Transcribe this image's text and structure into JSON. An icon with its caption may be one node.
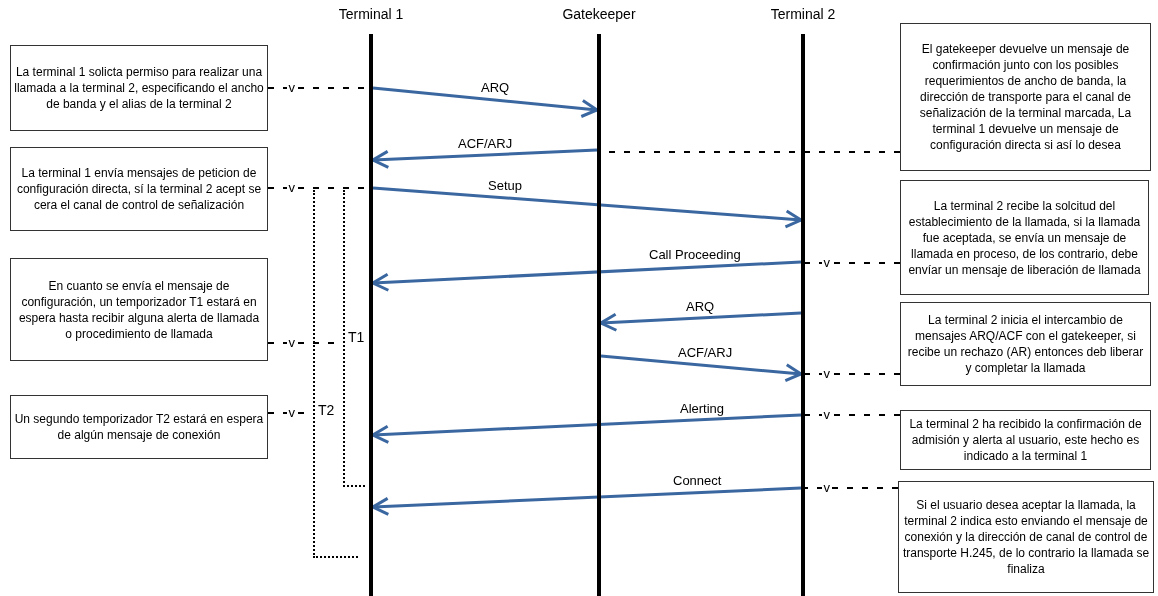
{
  "diagram": {
    "nodes": [
      {
        "text": [
          "Terminal 1"
        ]
      },
      {
        "text": [
          "Gatekeeper"
        ]
      },
      {
        "text": [
          "Terminal 2"
        ]
      },
      {
        "text": [
          "La terminal 1 solicta permiso para realizar una llamada a la terminal 2, especificando el ancho de banda y el alias de la terminal 2"
        ]
      },
      {
        "text": [
          "La terminal 1 envía mensajes de peticion de configuración directa, sí la terminal 2 acept se cera el canal de control de señalización"
        ]
      },
      {
        "text": [
          "En cuanto se envía el mensaje de configuración, un temporizador T1 estará en espera hasta recibir alguna alerta de llamada o procedimiento de llamada"
        ]
      },
      {
        "text": [
          "Un segundo temporizador T2 estará en espera de algún mensaje de conexión"
        ]
      },
      {
        "text": [
          "El gatekeeper devuelve un mensaje de confirmación junto con los posibles requerimientos de ancho de banda, la dirección de transporte para el canal de señalización de la terminal marcada, La terminal 1 devuelve un mensaje de configuración directa si así lo desea"
        ]
      },
      {
        "text": [
          "La terminal 2 recibe la solcitud del establecimiento de la llamada, si la llamada fue aceptada, se envía un mensaje de llamada en proceso, de los contrario, debe envíar un mensaje de liberación de llamada"
        ]
      },
      {
        "text": [
          "La terminal 2 inicia el intercambio de mensajes ARQ/ACF con el gatekeeper, si recibe un rechazo (AR) entonces deb liberar y completar la llamada"
        ]
      },
      {
        "text": [
          "La terminal 2 ha recibido la confirmación de admisión y alerta al usuario, este hecho es indicado a la terminal 1"
        ]
      },
      {
        "text": [
          "Si el usuario desea aceptar la llamada, la terminal 2 indica esto enviando el mensaje de conexión y la dirección de canal de control de transporte H.245, de lo contrario la llamada se finaliza"
        ]
      },
      {
        "text": [
          "T1"
        ]
      },
      {
        "text": [
          "T2"
        ]
      }
    ],
    "edges": [
      {
        "from": 0,
        "to": 1,
        "arrow": "to",
        "label": "ARQ",
        "color": "#3b67a0"
      },
      {
        "from": 1,
        "to": 0,
        "arrow": "to",
        "label": "ACF/ARJ",
        "color": "#3b67a0"
      },
      {
        "from": 0,
        "to": 2,
        "arrow": "to",
        "label": "Setup",
        "color": "#3b67a0"
      },
      {
        "from": 2,
        "to": 0,
        "arrow": "to",
        "label": "Call Proceeding",
        "color": "#3b67a0"
      },
      {
        "from": 2,
        "to": 1,
        "arrow": "to",
        "label": "ARQ",
        "color": "#3b67a0"
      },
      {
        "from": 1,
        "to": 2,
        "arrow": "to",
        "label": "ACF/ARJ",
        "color": "#3b67a0"
      },
      {
        "from": 2,
        "to": 0,
        "arrow": "to",
        "label": "Alerting",
        "color": "#3b67a0"
      },
      {
        "from": 2,
        "to": 0,
        "arrow": "to",
        "label": "Connect",
        "color": "#3b67a0"
      },
      {
        "from": 3,
        "to": 0,
        "arrow": "none",
        "label": "v",
        "style": "dashed"
      },
      {
        "from": 4,
        "to": 0,
        "arrow": "none",
        "label": "v",
        "style": "dashed"
      },
      {
        "from": 5,
        "to": 12,
        "arrow": "none",
        "label": "v",
        "style": "dashed"
      },
      {
        "from": 6,
        "to": 13,
        "arrow": "none",
        "label": "v",
        "style": "dashed"
      },
      {
        "from": 7,
        "to": 1,
        "arrow": "none",
        "style": "dashed"
      },
      {
        "from": 8,
        "to": 2,
        "arrow": "none",
        "label": "v",
        "style": "dashed"
      },
      {
        "from": 9,
        "to": 2,
        "arrow": "none",
        "label": "v",
        "style": "dashed"
      },
      {
        "from": 10,
        "to": 2,
        "arrow": "none",
        "label": "v",
        "style": "dashed"
      },
      {
        "from": 11,
        "to": 2,
        "arrow": "none",
        "label": "v",
        "style": "dashed"
      }
    ]
  }
}
